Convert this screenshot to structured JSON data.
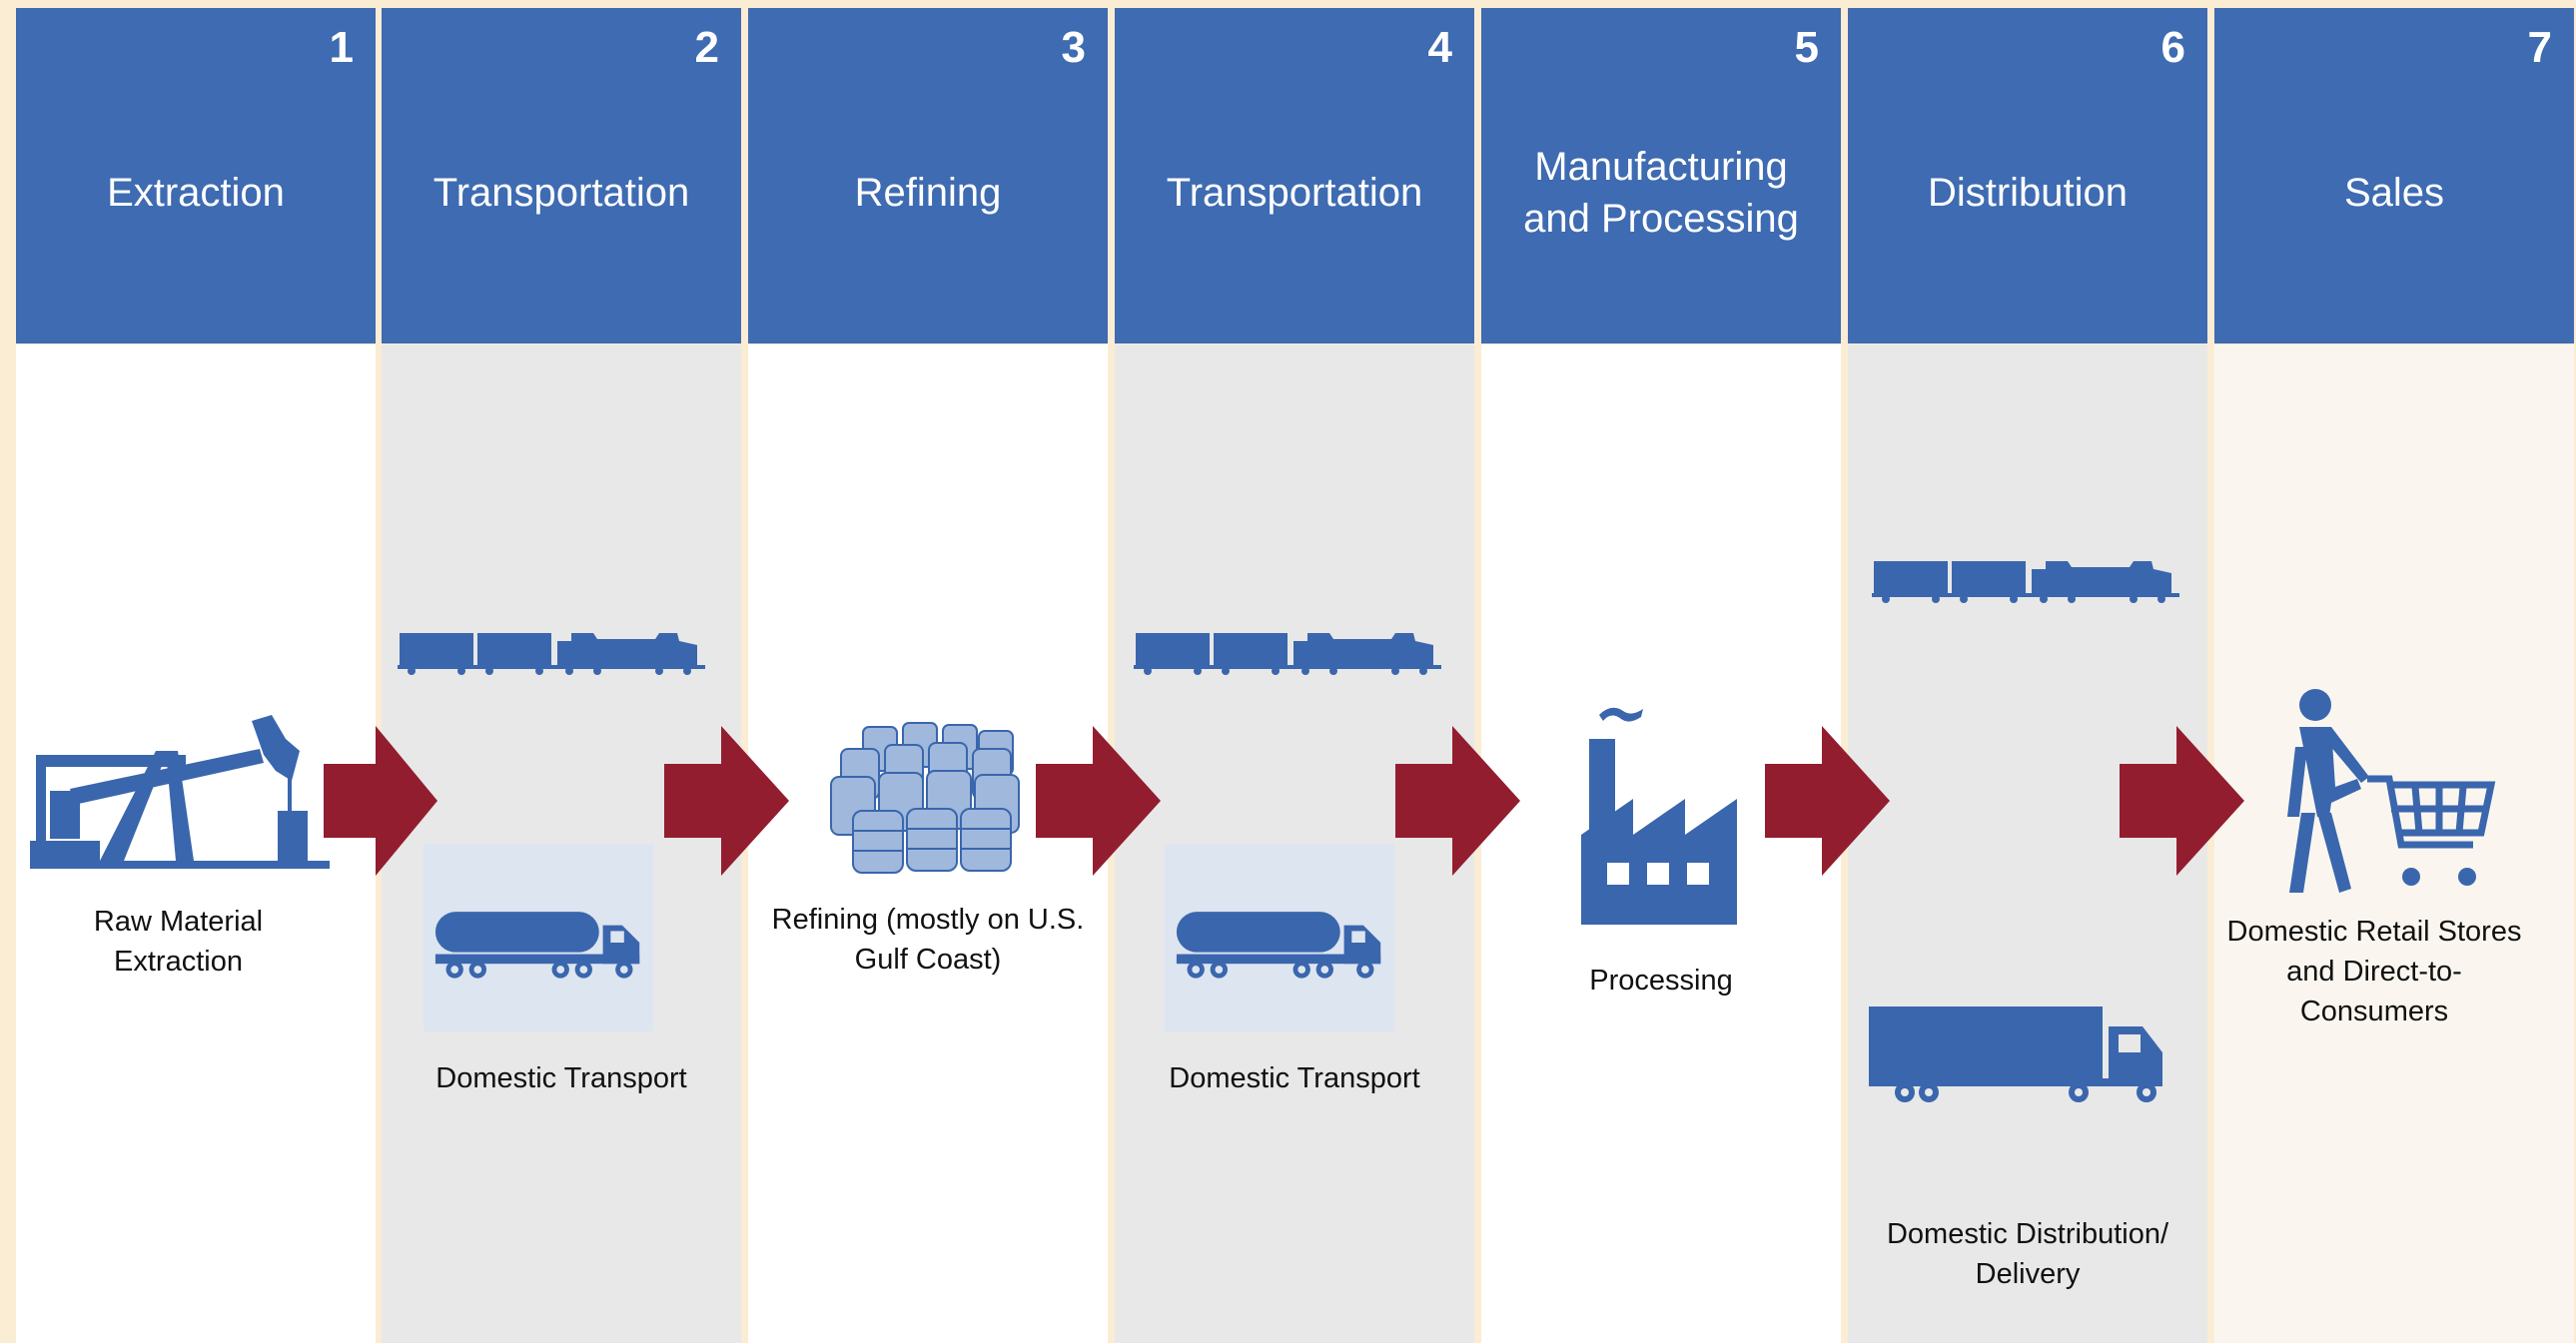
{
  "colors": {
    "header": "#3e6bb1",
    "icon": "#3a66ad",
    "arrow": "#921d2f",
    "grey_column": "#e8e8e8",
    "background": "#fbecd4"
  },
  "steps": [
    {
      "number": "1",
      "title": "Extraction"
    },
    {
      "number": "2",
      "title": "Transportation"
    },
    {
      "number": "3",
      "title": "Refining"
    },
    {
      "number": "4",
      "title": "Transportation"
    },
    {
      "number": "5",
      "title": "Manufacturing\nand Processing"
    },
    {
      "number": "6",
      "title": "Distribution"
    },
    {
      "number": "7",
      "title": "Sales"
    }
  ],
  "labels": {
    "extraction": "Raw Material\nExtraction",
    "transport_1": "Domestic Transport",
    "refining": "Refining (mostly on U.S.\nGulf Coast)",
    "transport_2": "Domestic Transport",
    "processing": "Processing",
    "distribution": "Domestic Distribution/\nDelivery",
    "sales": "Domestic Retail Stores\nand Direct-to-\nConsumers"
  },
  "icons": {
    "extraction": "oil-pump-jack-icon",
    "rail": "freight-train-icon",
    "tanker": "tanker-truck-icon",
    "barrels": "oil-barrels-icon",
    "factory": "factory-icon",
    "semi": "semi-truck-icon",
    "shopper": "shopper-cart-icon",
    "arrow": "right-arrow-icon"
  }
}
